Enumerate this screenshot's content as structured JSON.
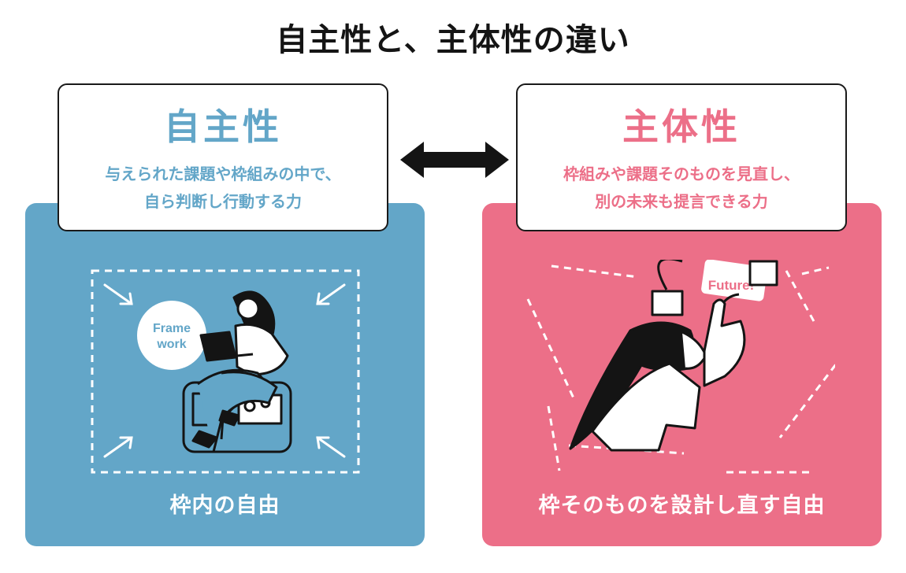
{
  "colors": {
    "blue": "#63a6c8",
    "pink": "#ec6f88",
    "ink": "#141414"
  },
  "title": "自主性と、主体性の違い",
  "left": {
    "heading": "自主性",
    "desc_line1": "与えられた課題や枠組みの中で、",
    "desc_line2": "自ら判断し行動する力",
    "bubble_line1": "Frame",
    "bubble_line2": "work",
    "caption": "枠内の自由"
  },
  "right": {
    "heading": "主体性",
    "desc_line1": "枠組みや課題そのものを見直し、",
    "desc_line2": "別の未来も提言できる力",
    "note_label": "Future!",
    "caption": "枠そのものを設計し直す自由"
  },
  "icons": [
    "double-arrow-icon",
    "inward-arrow-icon",
    "curved-arrow-icon",
    "woman-with-laptop-illustration",
    "woman-pointing-illustration"
  ]
}
